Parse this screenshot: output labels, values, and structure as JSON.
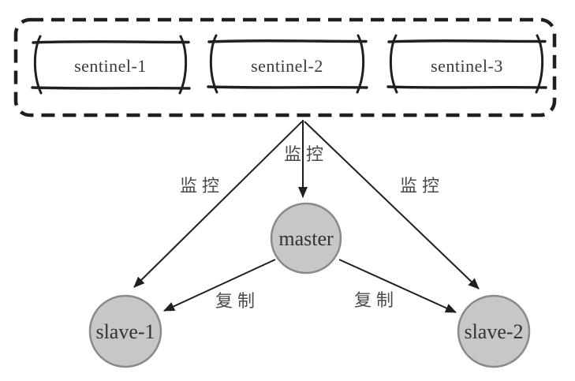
{
  "diagram": {
    "description": "Redis sentinel high-availability architecture diagram",
    "sentinel_cluster": {
      "nodes": [
        {
          "label": "sentinel-1"
        },
        {
          "label": "sentinel-2"
        },
        {
          "label": "sentinel-3"
        }
      ]
    },
    "db_nodes": [
      {
        "id": "master",
        "label": "master"
      },
      {
        "id": "slave-1",
        "label": "slave-1"
      },
      {
        "id": "slave-2",
        "label": "slave-2"
      }
    ],
    "edges": [
      {
        "from": "sentinel-cluster",
        "to": "slave-1",
        "label": "监控"
      },
      {
        "from": "sentinel-cluster",
        "to": "master",
        "label": "监控"
      },
      {
        "from": "sentinel-cluster",
        "to": "slave-2",
        "label": "监控"
      },
      {
        "from": "master",
        "to": "slave-1",
        "label": "复制"
      },
      {
        "from": "master",
        "to": "slave-2",
        "label": "复制"
      }
    ],
    "colors": {
      "background": "#ffffff",
      "line": "#1f1f1f",
      "node_fill": "#c7c7c7",
      "node_stroke": "#8a8a8a",
      "node_text": "#333333",
      "edge_label_text": "#4a4a4a"
    }
  }
}
